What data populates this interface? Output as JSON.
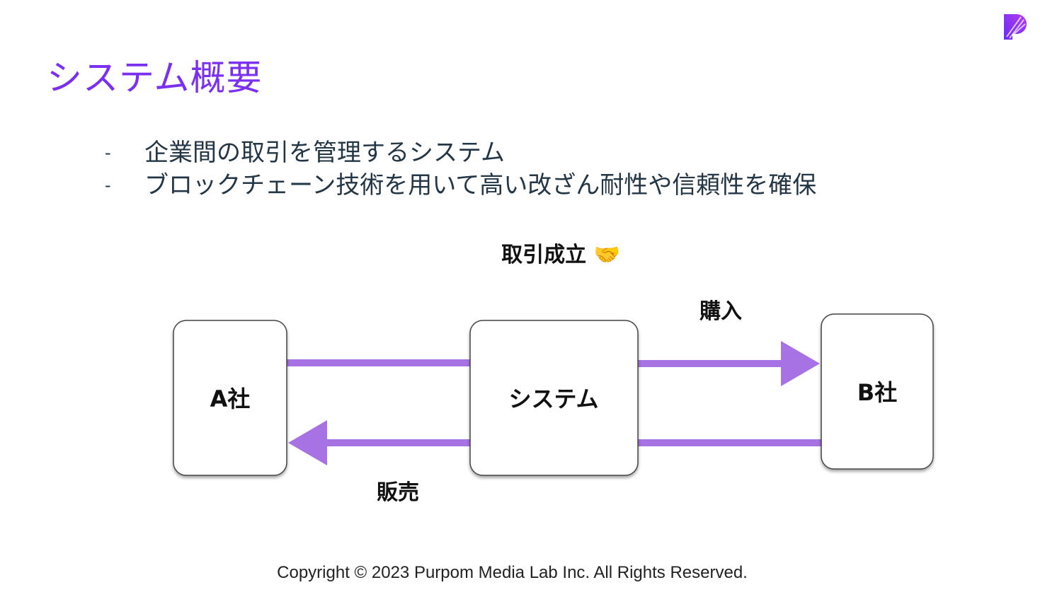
{
  "slide": {
    "title": "システム概要",
    "bullets": [
      "企業間の取引を管理するシステム",
      "ブロックチェーン技術を用いて高い改ざん耐性や信頼性を確保"
    ],
    "bullet_marker": "-"
  },
  "diagram": {
    "deal_label": "取引成立 🤝",
    "nodes": {
      "company_a": "A社",
      "system": "システム",
      "company_b": "B社"
    },
    "edges": {
      "purchase": "購入",
      "sale": "販売"
    },
    "colors": {
      "arrow": "#a773e4",
      "box_border": "#444444"
    }
  },
  "footer": "Copyright © 2023 Purpom Media Lab Inc. All Rights Reserved.",
  "brand": {
    "accent": "#7b2ff0"
  }
}
